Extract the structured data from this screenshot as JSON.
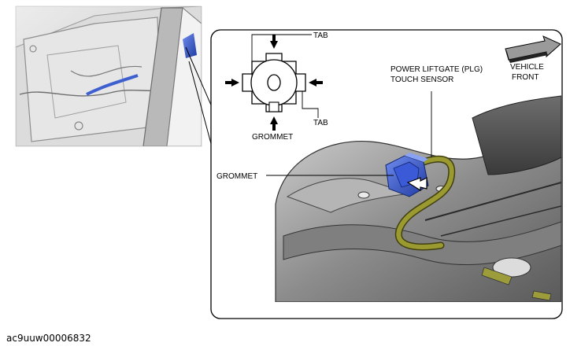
{
  "labels": {
    "tab_top": "TAB",
    "tab_bottom": "TAB",
    "grommet_detail": "GROMMET",
    "grommet_callout": "GROMMET",
    "sensor_line1": "POWER LIFTGATE (PLG)",
    "sensor_line2": "TOUCH SENSOR",
    "vehicle_front_line1": "VEHICLE",
    "vehicle_front_line2": "FRONT"
  },
  "figure_code": "ac9uuw00006832",
  "colors": {
    "grommet_blue": "#2f55c8",
    "cable_olive": "#8a8a2a",
    "panel_gray": "#9a9a9a"
  },
  "icons": [
    "vehicle-front-arrow-icon",
    "push-arrow-icon"
  ]
}
